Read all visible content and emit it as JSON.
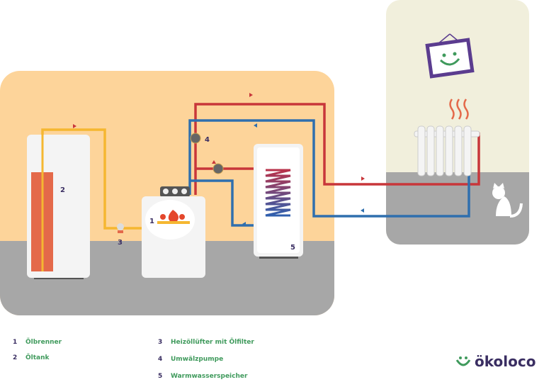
{
  "diagram_labels": {
    "burner": "1",
    "tank": "2",
    "filter": "3",
    "pump": "4",
    "storage": "5"
  },
  "legend": [
    {
      "num": "1",
      "label": "Ölbrenner"
    },
    {
      "num": "2",
      "label": "Öltank"
    },
    {
      "num": "3",
      "label": "Heizöllüfter mit Ölfilter"
    },
    {
      "num": "4",
      "label": "Umwälzpumpe"
    },
    {
      "num": "5",
      "label": "Warmwasserspeicher"
    }
  ],
  "logo": {
    "text": "ökoloco",
    "icon": "smiley-icon"
  },
  "colors": {
    "hot": "#c8363a",
    "cold": "#2f6fae",
    "oil": "#f5b731",
    "wall": "#fdd49a",
    "floor": "#a7a7a7",
    "room": "#f1efdc",
    "brand": "#3f9a5c"
  }
}
